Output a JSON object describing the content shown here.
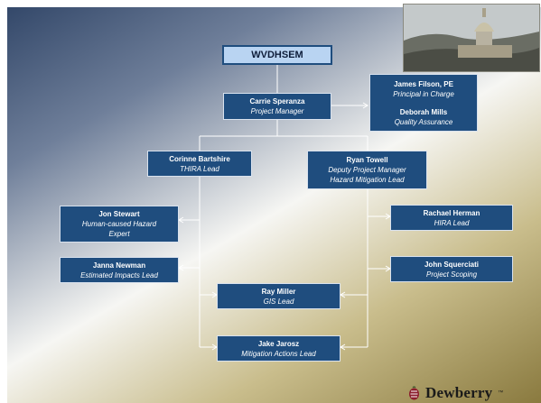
{
  "org": {
    "root": "WVDHSEM",
    "manager": {
      "name": "Carrie Speranza",
      "role": "Project Manager"
    },
    "advisors": [
      {
        "name": "James Filson, PE",
        "role": "Principal in Charge"
      },
      {
        "name": "Deborah Mills",
        "role": "Quality Assurance"
      }
    ],
    "thira": {
      "name": "Corinne Bartshire",
      "role": "THIRA Lead"
    },
    "deputy": {
      "name": "Ryan Towell",
      "role_line1": "Deputy Project Manager",
      "role_line2": "Hazard Mitigation Lead"
    },
    "stewart": {
      "name": "Jon Stewart",
      "role_line1": "Human-caused Hazard",
      "role_line2": "Expert"
    },
    "newman": {
      "name": "Janna Newman",
      "role": "Estimated Impacts Lead"
    },
    "herman": {
      "name": "Rachael Herman",
      "role": "HIRA Lead"
    },
    "squerciati": {
      "name": "John Squerciati",
      "role": "Project Scoping"
    },
    "miller": {
      "name": "Ray Miller",
      "role": "GIS Lead"
    },
    "jarosz": {
      "name": "Jake Jarosz",
      "role": "Mitigation Actions Lead"
    }
  },
  "logo": {
    "text": "Dewberry",
    "mark": "™",
    "icon": "dewberry-berry-icon",
    "color": "#8b1e2d"
  },
  "colors": {
    "box": "#1f4d7e",
    "root_box": "#b9d4f2",
    "line": "#ffffff"
  }
}
